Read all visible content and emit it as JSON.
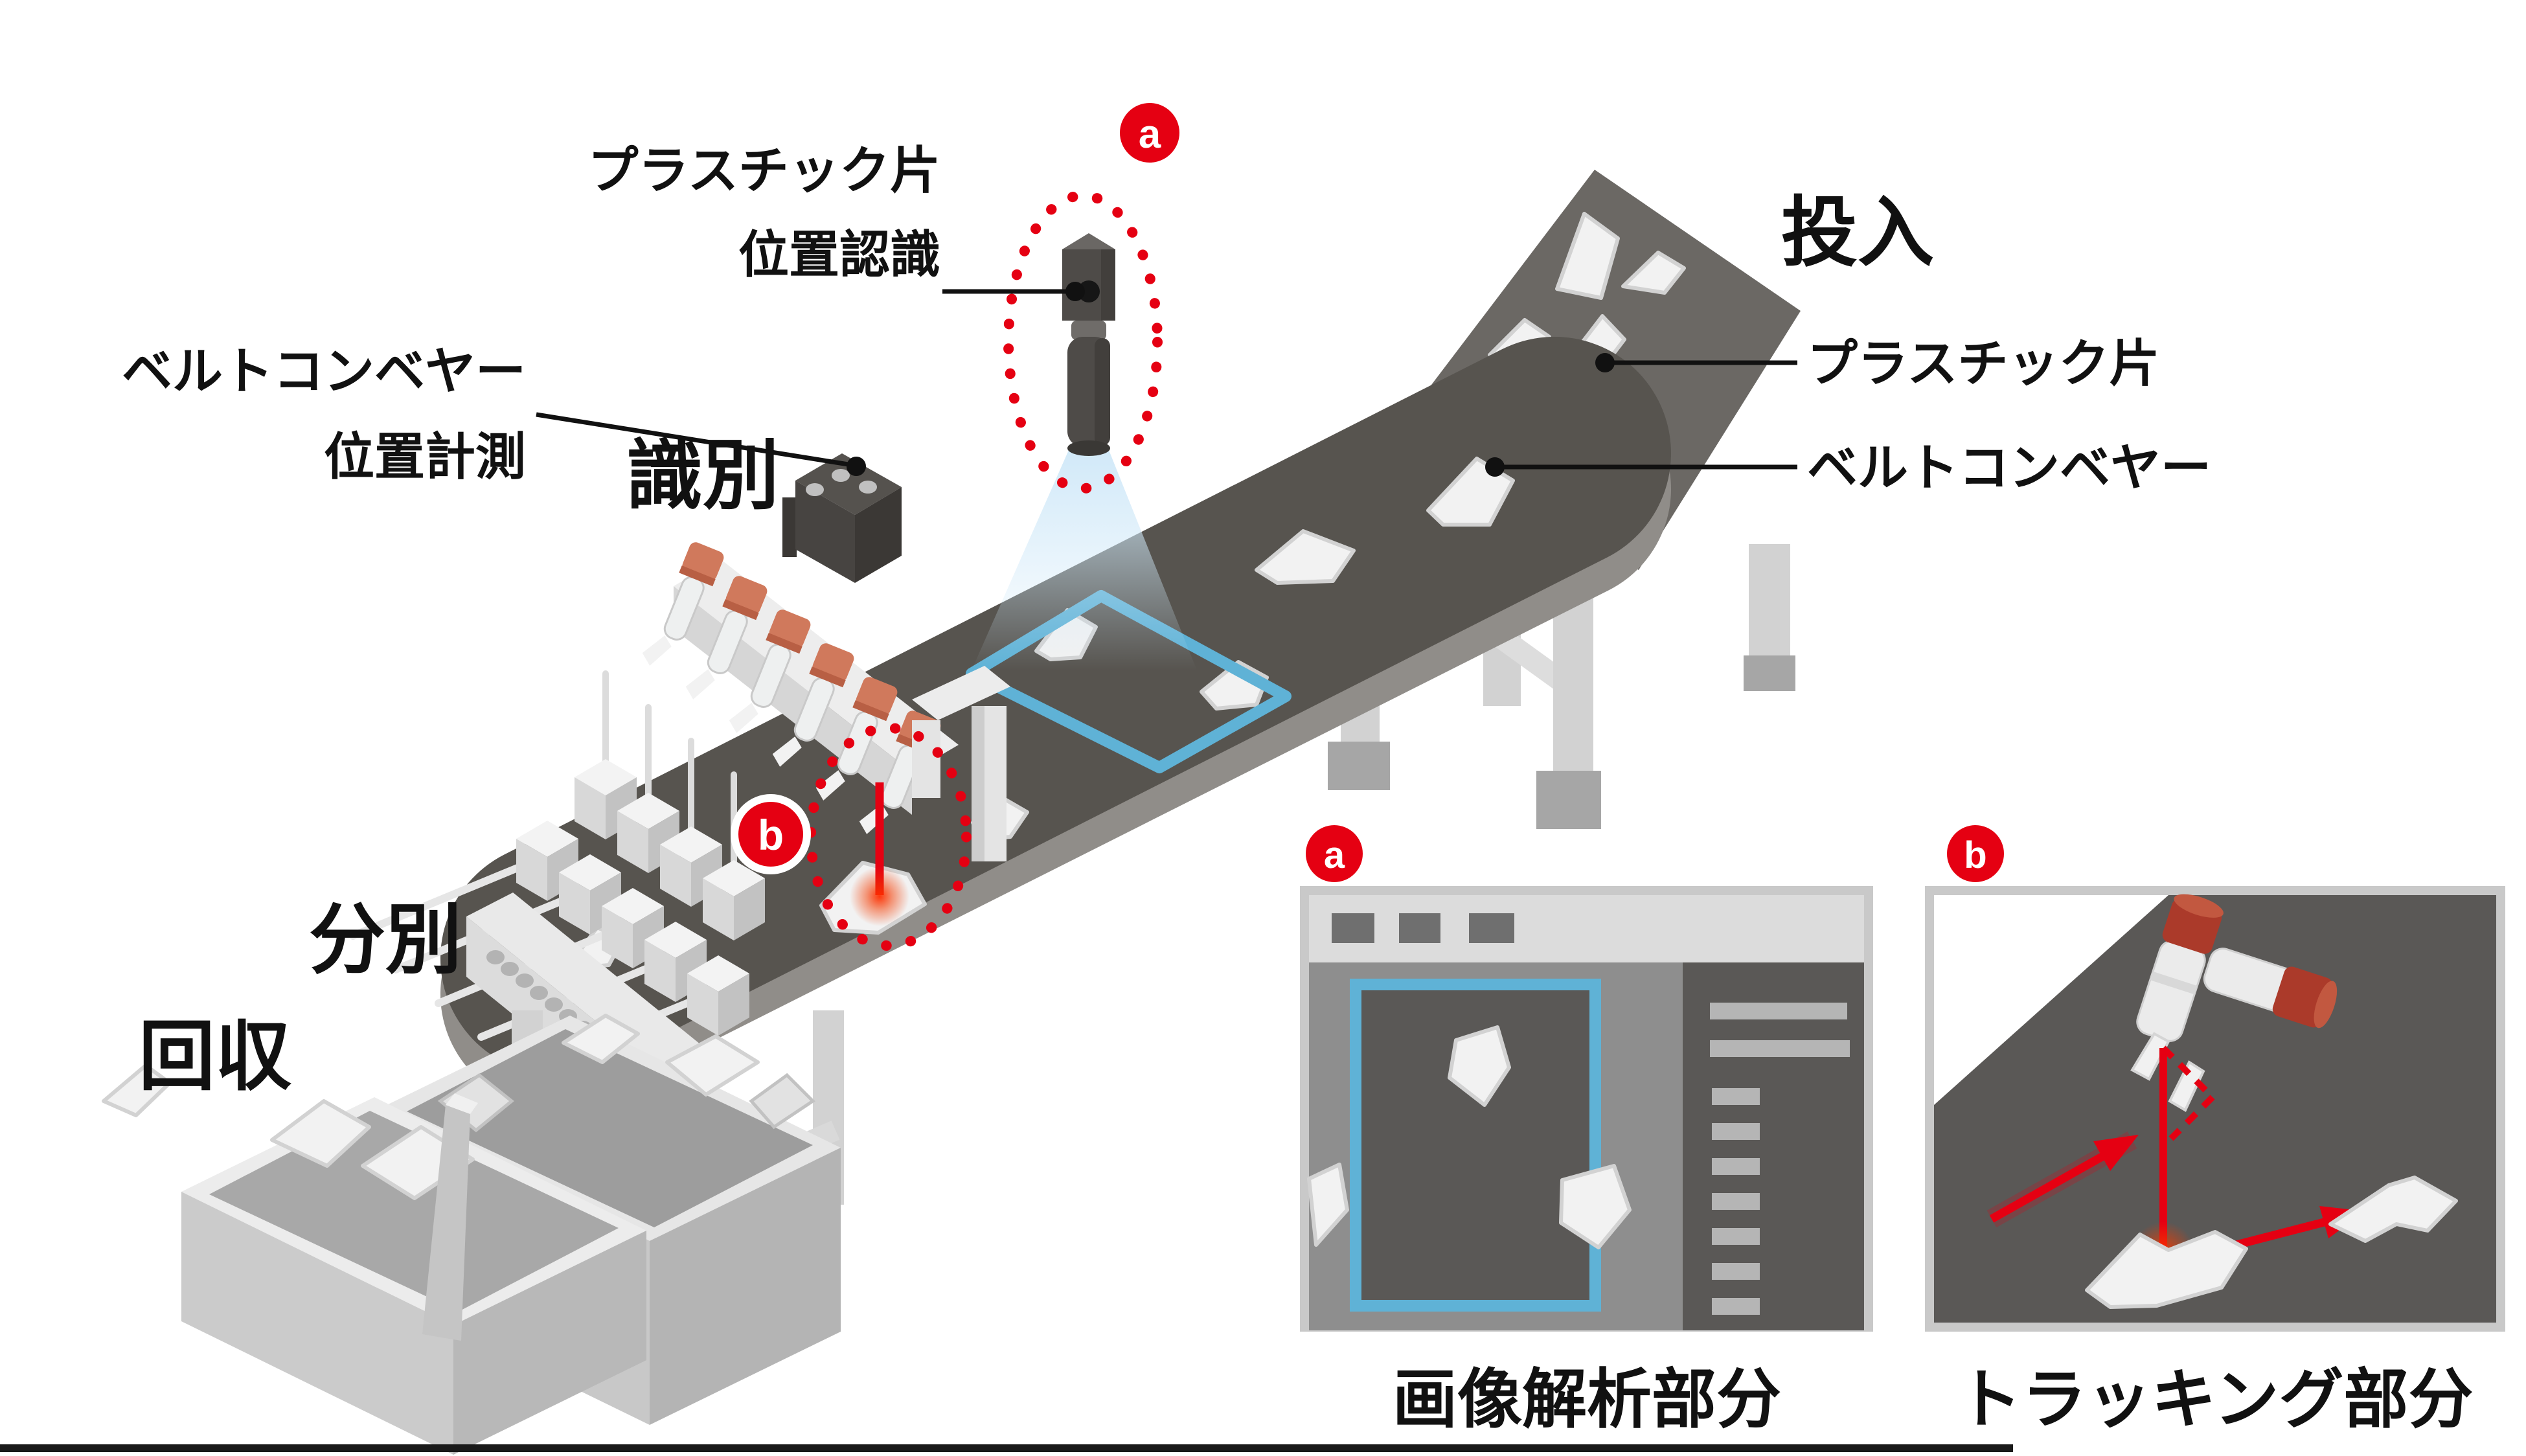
{
  "diagram": {
    "stages": {
      "input": "投入",
      "identify": "識別",
      "sort": "分別",
      "collect": "回収"
    },
    "callouts": {
      "camera": {
        "line1": "プラスチック片",
        "line2": "位置認識"
      },
      "encoder": {
        "line1": "ベルトコンベヤー",
        "line2": "位置計測"
      },
      "plastic_piece": "プラスチック片",
      "belt_conveyor": "ベルトコンベヤー"
    },
    "badges": {
      "a": "a",
      "b": "b"
    },
    "panels": {
      "a": {
        "badge": "a",
        "caption": "画像解析部分"
      },
      "b": {
        "badge": "b",
        "caption": "トラッキング部分"
      }
    }
  },
  "colors": {
    "accent_red": "#e50012",
    "fov_blue": "#5fb2d6",
    "belt_dark": "#57544f",
    "belt_ramp": "#6b6864",
    "belt_side": "#908d89",
    "machine_white": "#f0f0f0",
    "machine_gray": "#d2d2d2",
    "cap_salmon": "#d0795c",
    "cap_red": "#ab3a2a",
    "panel_dark": "#5a5856",
    "panel_mid": "#8e8e8e",
    "panel_light": "#dcdcdc",
    "frame_gray": "#c9c9c9",
    "bar_gray": "#b5b5b5",
    "ink": "#111111"
  }
}
